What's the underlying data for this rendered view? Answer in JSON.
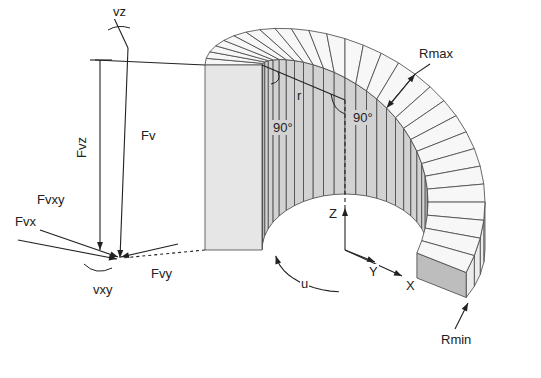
{
  "diagram": {
    "labels": [
      "vz",
      "Fvz",
      "Fv",
      "r",
      "90°",
      "90°",
      "Rmax",
      "Z",
      "Y",
      "X",
      "u",
      "Rmin",
      "Fvxy",
      "Fvx",
      "Fvy",
      "vxy"
    ]
  }
}
